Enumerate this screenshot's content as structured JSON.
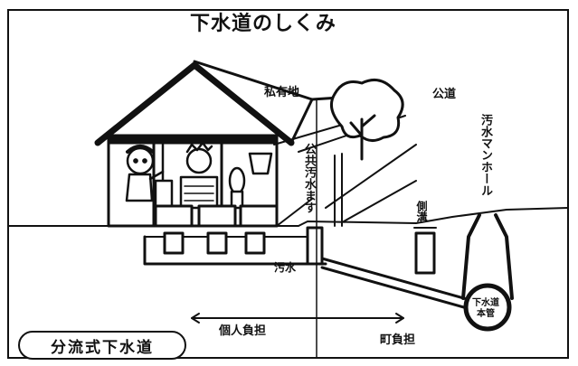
{
  "title": "下水道のしくみ",
  "labels": {
    "private_land": "私有地",
    "public_road": "公道",
    "sewage_manhole": "汚水マンホール",
    "public_sewage_basin": "公共汚水ます",
    "side_gutter": "側溝",
    "wastewater": "汚水",
    "sewer_main": "下水道本管",
    "individual_burden": "個人負担",
    "town_burden": "町負担"
  },
  "badge": "分流式下水道"
}
